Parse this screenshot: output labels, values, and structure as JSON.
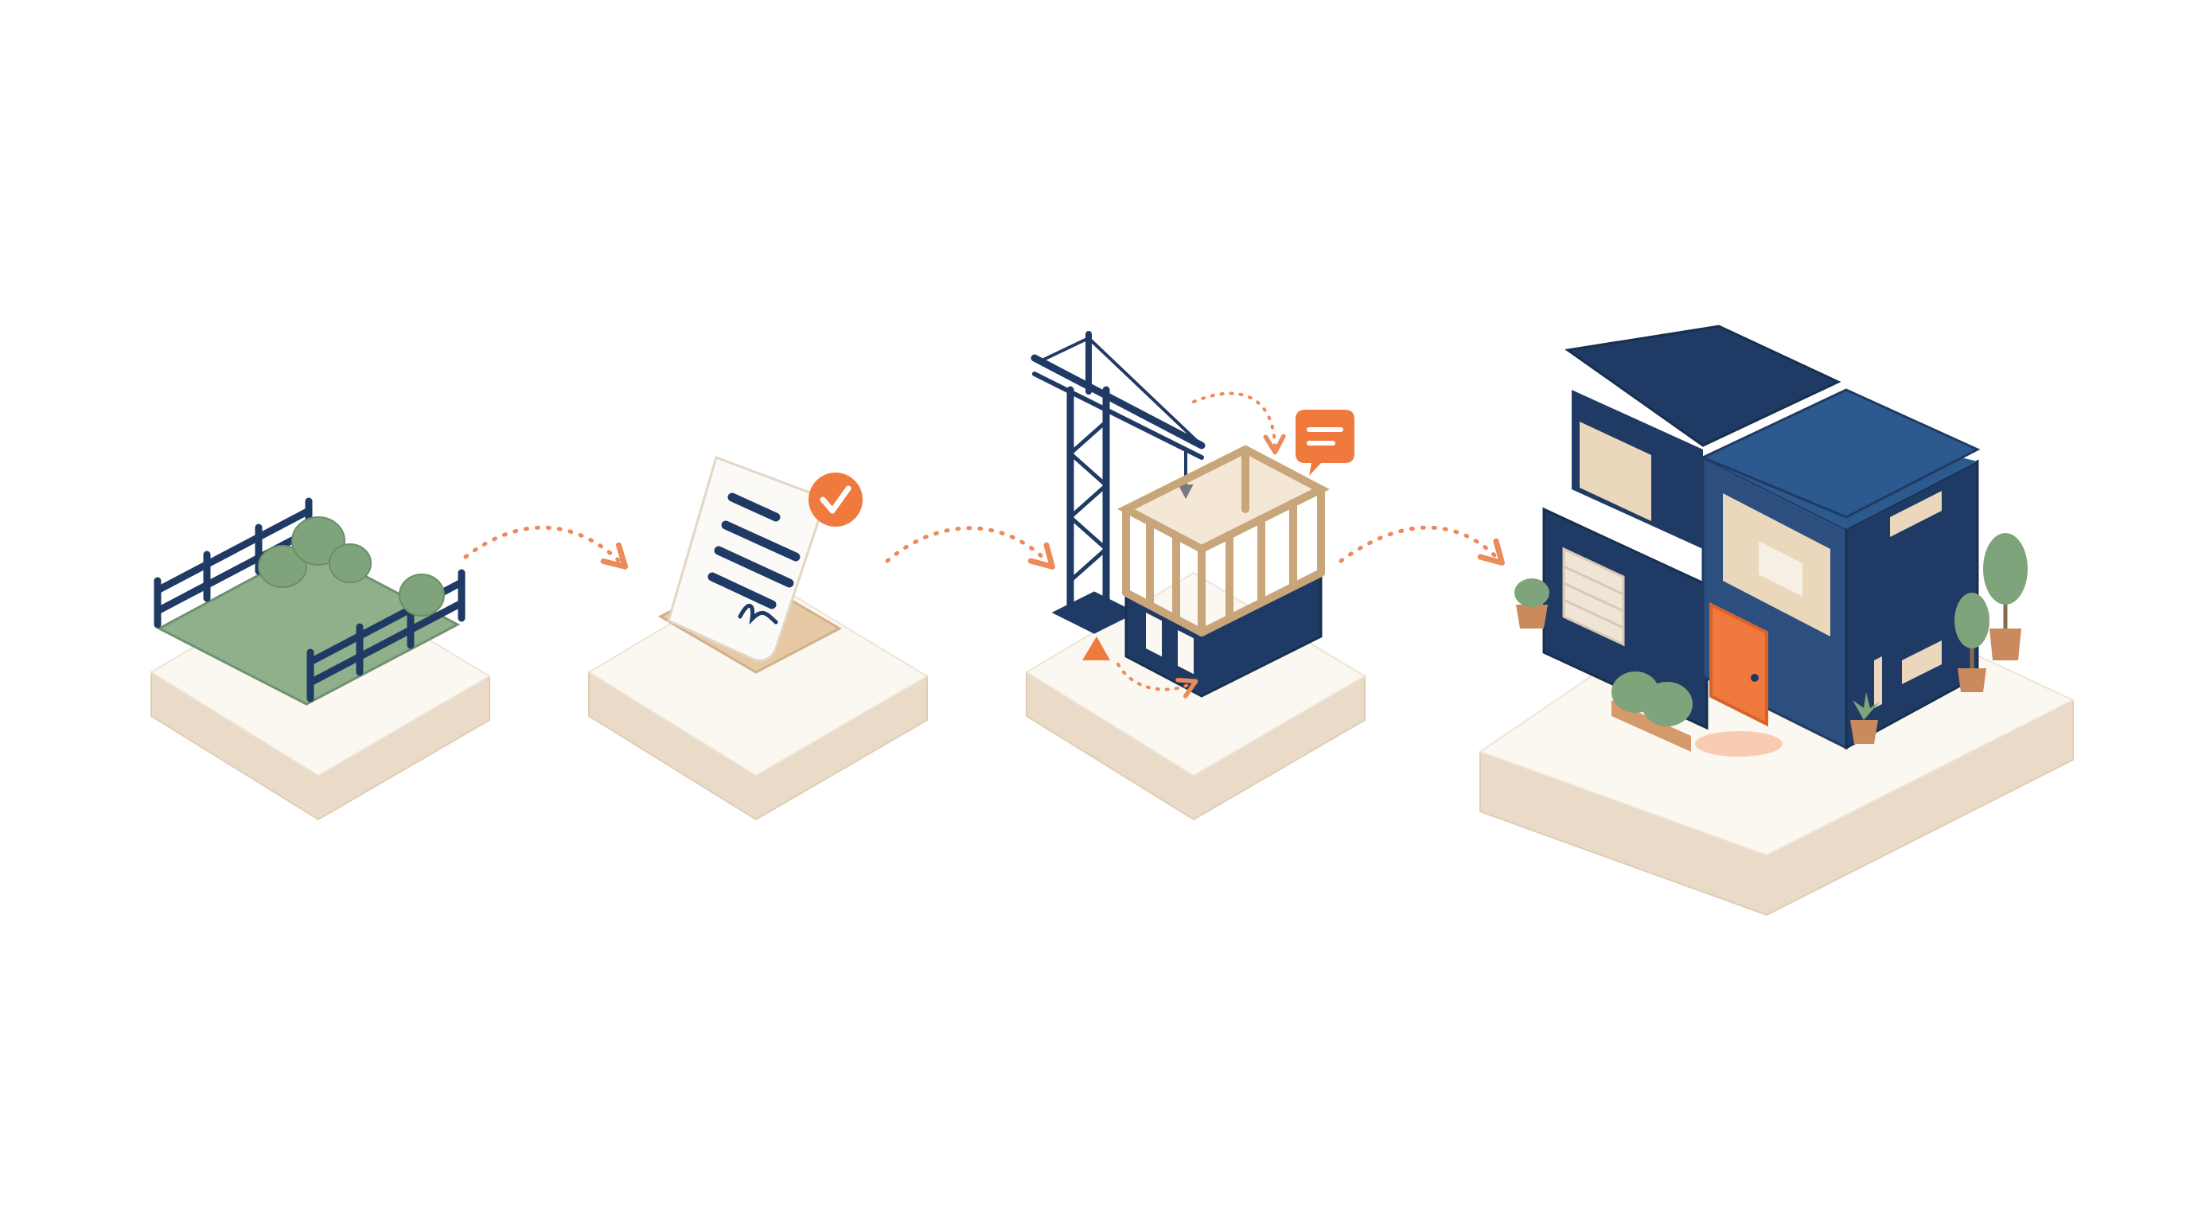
{
  "diagram": {
    "kind": "isometric-process-flow",
    "steps": [
      {
        "id": "land",
        "icon": "fenced-land-plot-icon"
      },
      {
        "id": "contract",
        "icon": "signed-document-icon"
      },
      {
        "id": "construction",
        "icon": "crane-construction-icon"
      },
      {
        "id": "house",
        "icon": "finished-house-icon"
      }
    ],
    "connectors": [
      {
        "from": "land",
        "to": "contract",
        "style": "dotted-arrow"
      },
      {
        "from": "contract",
        "to": "construction",
        "style": "dotted-arrow"
      },
      {
        "from": "construction",
        "to": "house",
        "style": "dotted-arrow"
      }
    ]
  },
  "colors": {
    "platform_top": "#fbf7f1",
    "platform_side": "#eadbc8",
    "navy": "#1f3a64",
    "navy_light": "#2c5a8e",
    "grass": "#8fb08a",
    "bush": "#7fa37a",
    "wood": "#e6c9a4",
    "beige": "#ead7bc",
    "accent_orange": "#f07a3e",
    "arrow": "#ec8a5a"
  }
}
